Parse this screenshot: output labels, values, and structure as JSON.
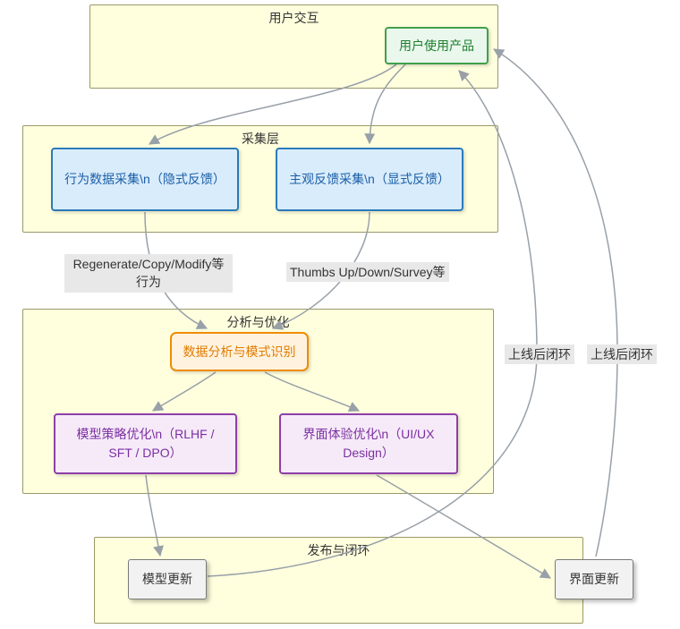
{
  "diagram": {
    "type": "flowchart",
    "containers": [
      {
        "label": "用户交互"
      },
      {
        "label": "采集层"
      },
      {
        "label": "分析与优化"
      },
      {
        "label": "发布与闭环"
      }
    ],
    "nodes": [
      {
        "id": "use-product",
        "label": "用户使用产品"
      },
      {
        "id": "behavior-data-collection",
        "label": "行为数据采集\\n（隐式反馈）"
      },
      {
        "id": "subjective-feedback-collection",
        "label": "主观反馈采集\\n（显式反馈）"
      },
      {
        "id": "data-analysis-pattern-recognition",
        "label": "数据分析与模式识别"
      },
      {
        "id": "model-strategy-optimization",
        "label": "模型策略优化\\n（RLHF / SFT / DPO）"
      },
      {
        "id": "ui-experience-optimization",
        "label": "界面体验优化\\n（UI/UX Design）"
      },
      {
        "id": "model-update",
        "label": "模型更新"
      },
      {
        "id": "ui-update",
        "label": "界面更新"
      }
    ],
    "edge_labels": [
      {
        "label": "Regenerate/Copy/Modify等行为"
      },
      {
        "label": "Thumbs Up/Down/Survey等"
      },
      {
        "label": "上线后闭环"
      },
      {
        "label": "上线后闭环"
      }
    ],
    "colors": {
      "container_fill": "#ffffde",
      "container_border": "#999966",
      "green_node_fill": "#e9f7ec",
      "green_node_border": "#41a04b",
      "green_node_text": "#1e7e2e",
      "blue_node_fill": "#d9ecfb",
      "blue_node_border": "#2a7ab9",
      "blue_node_text": "#1b5fa8",
      "orange_node_fill": "#fff3e0",
      "orange_node_border": "#ef8c00",
      "orange_node_text": "#e07b00",
      "purple_node_fill": "#f6eaf9",
      "purple_node_border": "#8e3fa8",
      "purple_node_text": "#7b2fa0",
      "gray_node_fill": "#f2f2f2",
      "gray_node_border": "#7a7a7a",
      "edge": "#98a0a8",
      "edge_label_bg": "#e8e8e8",
      "text": "#333333"
    }
  }
}
